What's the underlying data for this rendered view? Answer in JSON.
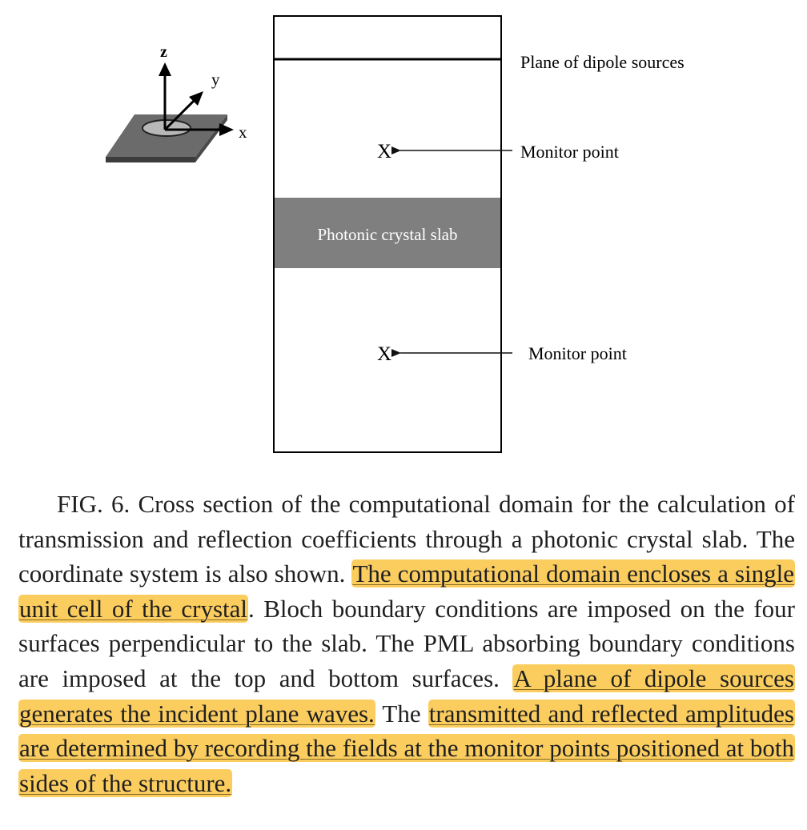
{
  "figure": {
    "axis_labels": {
      "z": "z",
      "y": "y",
      "x": "x"
    },
    "slab_label": "Photonic crystal slab",
    "monitor_marker": "X",
    "annotations": {
      "dipole_plane": "Plane of dipole sources",
      "monitor_upper": "Monitor point",
      "monitor_lower": "Monitor point"
    }
  },
  "caption": {
    "part1": "FIG. 6. Cross section of the computational domain for the calculation of transmission and reflection coefficients through a photonic crystal slab. The coordinate system is also shown. ",
    "highlight1": "The computational domain encloses a single unit cell of the crystal",
    "part2": ". Bloch boundary conditions are imposed on the four surfaces perpendicular to the slab. The PML absorbing boundary conditions are imposed at the top and bottom surfaces. ",
    "highlight2": "A plane of dipole sources generates the incident plane waves.",
    "part3": " The ",
    "highlight3": "transmitted and reflected amplitudes are determined by recording the fields at the monitor points positioned at both sides of the structure.",
    "highlight_color": "#fbcd5f"
  }
}
